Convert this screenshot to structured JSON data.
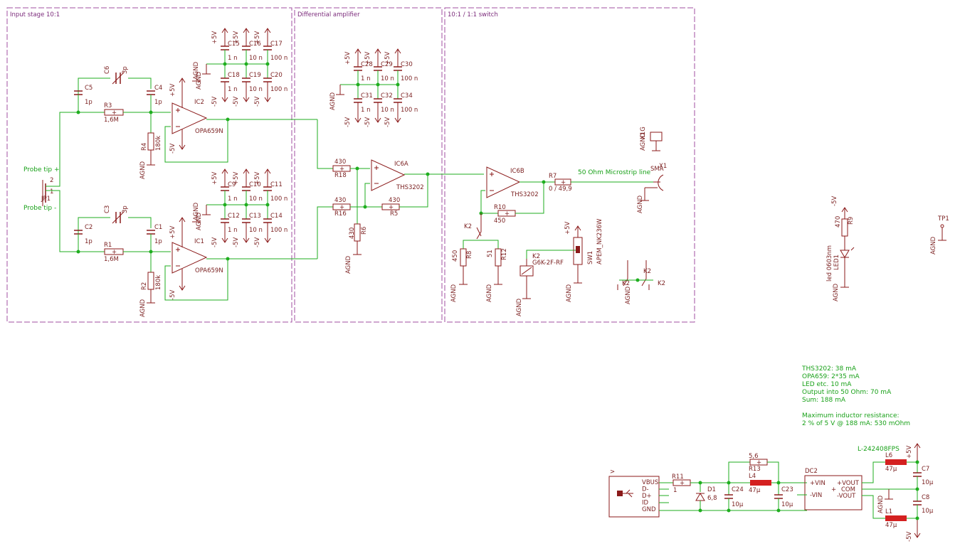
{
  "sections": [
    {
      "title": "Input stage 10:1"
    },
    {
      "title": "Differential amplifier"
    },
    {
      "title": "10:1 / 1:1 switch"
    }
  ],
  "net_labels": {
    "probe_tip_plus": "Probe tip +",
    "probe_tip_minus": "Probe tip -",
    "microstrip": "50 Ohm Microstrip line",
    "agnd": "AGND",
    "p5v": "+5V",
    "m5v": "-5V"
  },
  "parts": {
    "JP1": "JP1",
    "C5": {
      "name": "C5",
      "value": "1p"
    },
    "C4": {
      "name": "C4",
      "value": "1p"
    },
    "C6": {
      "name": "C6",
      "value": "3p"
    },
    "R3": {
      "name": "R3",
      "value": "1,6M"
    },
    "R4": {
      "name": "R4",
      "value": "180k"
    },
    "IC2": {
      "name": "IC2",
      "value": "OPA659N"
    },
    "C2": {
      "name": "C2",
      "value": "1p"
    },
    "C1": {
      "name": "C1",
      "value": "1p"
    },
    "C3": {
      "name": "C3",
      "value": "3p"
    },
    "R1": {
      "name": "R1",
      "value": "1,6M"
    },
    "R2": {
      "name": "R2",
      "value": "180k"
    },
    "IC1": {
      "name": "IC1",
      "value": "OPA659N"
    },
    "decoup_top": [
      {
        "name": "C15",
        "value": "1 n"
      },
      {
        "name": "C16",
        "value": "10 n"
      },
      {
        "name": "C17",
        "value": "100 n"
      },
      {
        "name": "C18",
        "value": "1 n"
      },
      {
        "name": "C19",
        "value": "10 n"
      },
      {
        "name": "C20",
        "value": "100 n"
      }
    ],
    "decoup_bot": [
      {
        "name": "C9",
        "value": "1 n"
      },
      {
        "name": "C10",
        "value": "10 n"
      },
      {
        "name": "C11",
        "value": "100 n"
      },
      {
        "name": "C12",
        "value": "1 n"
      },
      {
        "name": "C13",
        "value": "10 n"
      },
      {
        "name": "C14",
        "value": "100 n"
      }
    ],
    "decoup_diff": [
      {
        "name": "C28",
        "value": "1 n"
      },
      {
        "name": "C29",
        "value": "10 n"
      },
      {
        "name": "C30",
        "value": "100 n"
      },
      {
        "name": "C31",
        "value": "1 n"
      },
      {
        "name": "C32",
        "value": "10 n"
      },
      {
        "name": "C34",
        "value": "100 n"
      }
    ],
    "R18": {
      "name": "R18",
      "value": "430"
    },
    "R16": {
      "name": "R16",
      "value": "430"
    },
    "R5": {
      "name": "R5",
      "value": "430"
    },
    "R6": {
      "name": "R6",
      "value": "430"
    },
    "IC6A": {
      "name": "IC6A",
      "value": "THS3202"
    },
    "IC6B": {
      "name": "IC6B",
      "value": "THS3202"
    },
    "R7": {
      "name": "R7",
      "value": "0 / 49,9"
    },
    "R10": {
      "name": "R10",
      "value": "450"
    },
    "R8": {
      "name": "R8",
      "value": "450"
    },
    "R12": {
      "name": "R12",
      "value": "51"
    },
    "K2": {
      "name": "K2",
      "value": "G6K-2F-RF"
    },
    "SW1": {
      "name": "SW1",
      "value": "APEM_NK236W"
    },
    "X1": {
      "name": "X1",
      "value": "SMA"
    },
    "X1G": "X1G",
    "R9": {
      "name": "R9",
      "value": "470"
    },
    "LED1": {
      "name": "LED1",
      "value": "led 0603nm"
    },
    "TP1": "TP1",
    "R11": {
      "name": "R11",
      "value": "1"
    },
    "D1": {
      "name": "D1",
      "value": "6,8"
    },
    "R13": {
      "name": "R13",
      "value": "5,6"
    },
    "L4": {
      "name": "L4",
      "value": "47µ"
    },
    "C24": {
      "name": "C24",
      "value": "10µ"
    },
    "C23": {
      "name": "C23",
      "value": "10µ"
    },
    "DC2": {
      "name": "DC2"
    },
    "L6": {
      "name": "L6",
      "value": "47µ"
    },
    "L1": {
      "name": "L1",
      "value": "47µ"
    },
    "C7": {
      "name": "C7",
      "value": "10µ"
    },
    "C8": {
      "name": "C8",
      "value": "10µ"
    },
    "Lpart": "L-242408FPS"
  },
  "usb_pins": [
    "VBUS",
    "D-",
    "D+",
    "ID",
    "GND"
  ],
  "dc_pins_left": [
    "+VIN",
    "-VIN"
  ],
  "dc_pins_right": [
    "+VOUT",
    "COM",
    "-VOUT"
  ],
  "notes": [
    "THS3202: 38 mA",
    "OPA659: 2*35 mA",
    "LED etc. 10 mA",
    "Output into 50 Ohm: 70 mA",
    "Sum: 188 mA",
    "",
    "Maximum inductor resistance:",
    "2 % of 5 V @ 188 mA: 530 mOhm"
  ]
}
